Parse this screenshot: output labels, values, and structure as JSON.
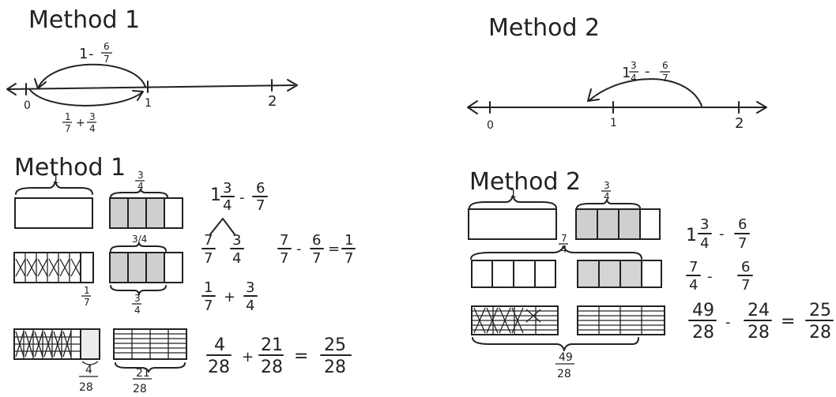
{
  "method1_top": {
    "title": "Method 1",
    "numberline_labels": [
      "0",
      "1",
      "2"
    ],
    "top_jump": {
      "whole": "1",
      "op": "-",
      "num": "6",
      "den": "7"
    },
    "bottom_jump": {
      "a_num": "1",
      "a_den": "7",
      "op": "+",
      "b_num": "3",
      "b_den": "4"
    }
  },
  "method2_top": {
    "title": "Method 2",
    "numberline_labels": [
      "0",
      "1",
      "2"
    ],
    "jump": {
      "whole": "1",
      "a_num": "3",
      "a_den": "4",
      "op": "-",
      "b_num": "6",
      "b_den": "7"
    }
  },
  "method1_bottom": {
    "title": "Method 1",
    "brace_one": "1",
    "frac_3_4": {
      "num": "3",
      "den": "4"
    },
    "label_3_4_inline": "3/4",
    "frac_1_7": {
      "num": "1",
      "den": "7"
    },
    "frac_4_28": {
      "num": "4",
      "den": "28"
    },
    "frac_21_28": {
      "num": "21",
      "den": "28"
    },
    "eq1": {
      "whole": "1",
      "a_num": "3",
      "a_den": "4",
      "op": "-",
      "b_num": "6",
      "b_den": "7"
    },
    "split": {
      "a_num": "7",
      "a_den": "7",
      "b_num": "3",
      "b_den": "4"
    },
    "eq2": {
      "a_num": "7",
      "a_den": "7",
      "op": "-",
      "b_num": "6",
      "b_den": "7",
      "eq": "=",
      "r_num": "1",
      "r_den": "7"
    },
    "eq3": {
      "a_num": "1",
      "a_den": "7",
      "op": "+",
      "b_num": "3",
      "b_den": "4"
    },
    "eq4": {
      "a_num": "4",
      "a_den": "28",
      "op": "+",
      "b_num": "21",
      "b_den": "28",
      "eq": "=",
      "r_num": "25",
      "r_den": "28"
    }
  },
  "method2_bottom": {
    "title": "Method 2",
    "brace_one": "1",
    "frac_3_4": {
      "num": "3",
      "den": "4"
    },
    "frac_7_4": {
      "num": "7",
      "den": "4"
    },
    "frac_49_28": {
      "num": "49",
      "den": "28"
    },
    "eq1": {
      "whole": "1",
      "a_num": "3",
      "a_den": "4",
      "op": "-",
      "b_num": "6",
      "b_den": "7"
    },
    "eq2": {
      "a_num": "7",
      "a_den": "4",
      "op": "-",
      "b_num": "6",
      "b_den": "7"
    },
    "eq3": {
      "a_num": "49",
      "a_den": "28",
      "op": "-",
      "b_num": "24",
      "b_den": "28",
      "eq": "=",
      "r_num": "25",
      "r_den": "28"
    }
  }
}
